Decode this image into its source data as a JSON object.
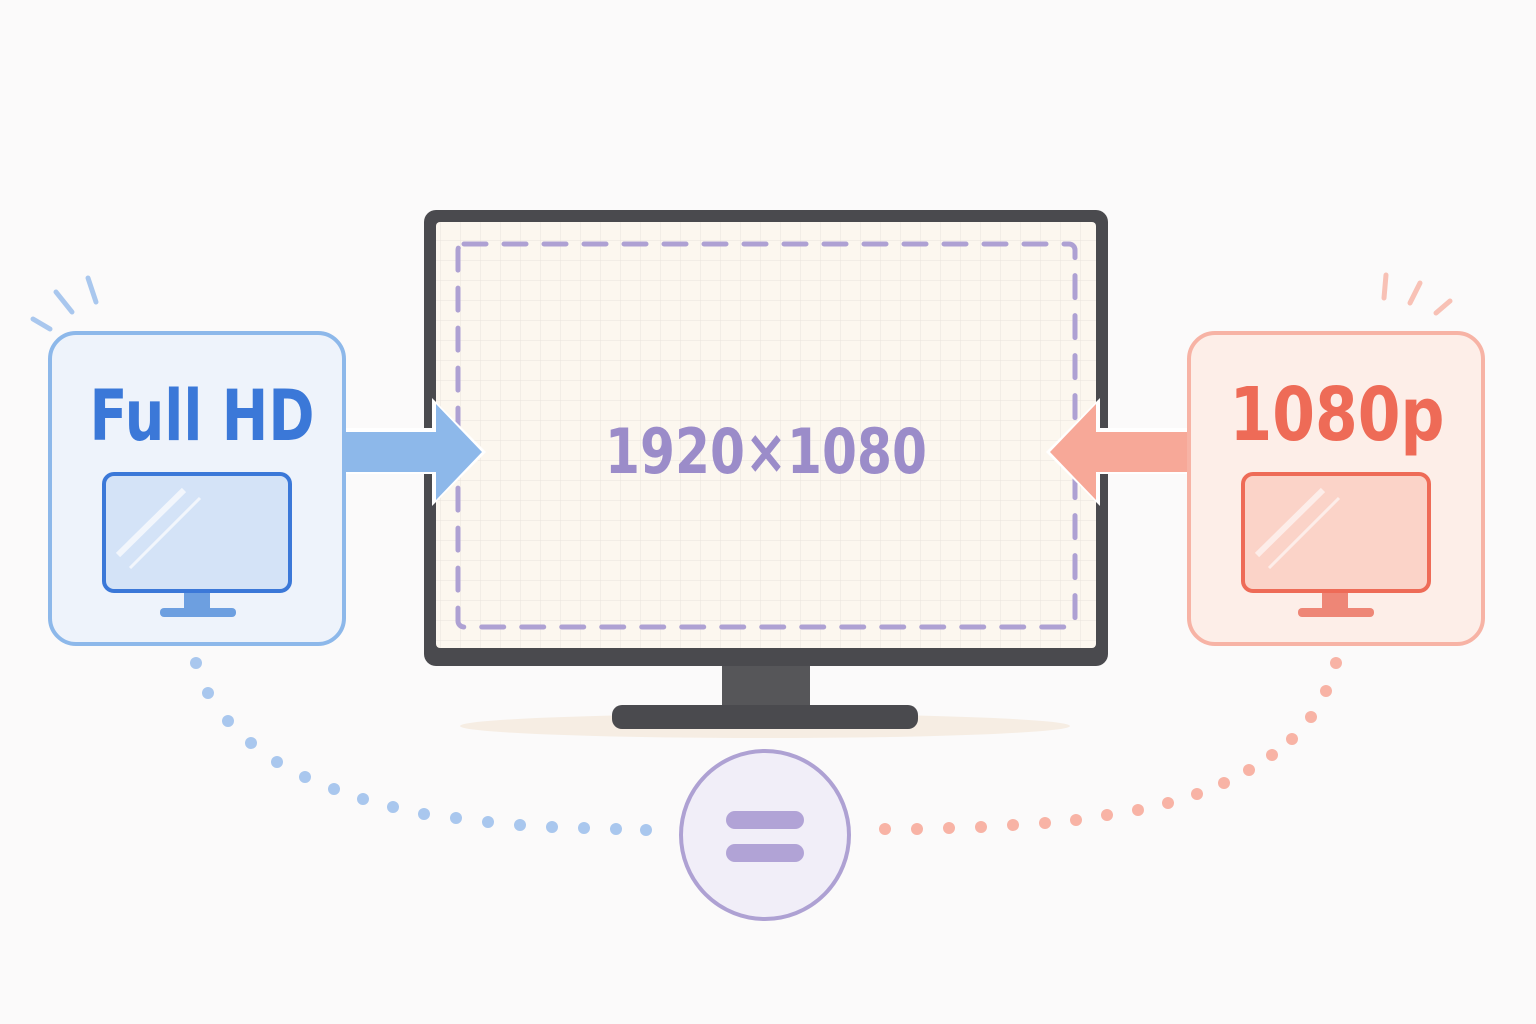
{
  "labels": {
    "left": "Full HD",
    "center": "1920×1080",
    "right": "1080p"
  },
  "icons": {
    "left_monitor": "monitor-icon",
    "right_monitor": "monitor-icon",
    "center_display": "monitor-icon",
    "equals": "equals-icon",
    "left_arrow": "arrow-right-icon",
    "right_arrow": "arrow-left-icon"
  },
  "colors": {
    "blue": "#3b78d8",
    "blue_light": "#8db8ea",
    "blue_fill": "#eef3fb",
    "red": "#ee6b57",
    "red_light": "#f7a898",
    "red_fill": "#fdeee8",
    "purple": "#a89ad0",
    "purple_dark": "#9b8cc9",
    "purple_fill": "#f1eef8",
    "monitor_frame": "#4a4a4e",
    "screen": "#fcf7ef",
    "background": "#fbfafa"
  }
}
